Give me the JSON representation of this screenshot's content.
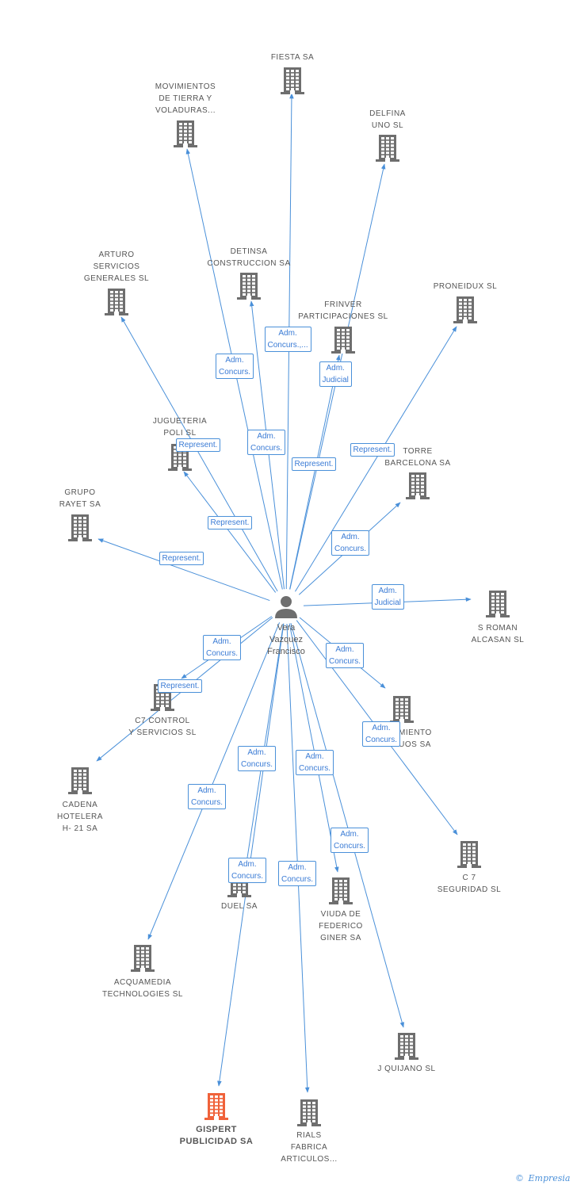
{
  "center": {
    "name_lines": [
      "Vera",
      "Vazquez",
      "Francisco"
    ]
  },
  "colors": {
    "edge": "#4a90d9",
    "icon": "#6e6e6e",
    "highlight_icon": "#f0623a"
  },
  "nodes": [
    {
      "id": "fiesta",
      "label_lines": [
        "FIESTA SA"
      ],
      "highlight": false
    },
    {
      "id": "movimientos",
      "label_lines": [
        "MOVIMIENTOS",
        "DE TIERRA Y",
        "VOLADURAS..."
      ],
      "highlight": false
    },
    {
      "id": "delfina",
      "label_lines": [
        "DELFINA",
        "UNO SL"
      ],
      "highlight": false
    },
    {
      "id": "detinsa",
      "label_lines": [
        "DETINSA",
        "CONSTRUCCION SA"
      ],
      "highlight": false
    },
    {
      "id": "arturo",
      "label_lines": [
        "ARTURO",
        "SERVICIOS",
        "GENERALES SL"
      ],
      "highlight": false
    },
    {
      "id": "proneidux",
      "label_lines": [
        "PRONEIDUX  SL"
      ],
      "highlight": false
    },
    {
      "id": "frinver",
      "label_lines": [
        "FRINVER",
        "PARTICIPACIONES SL"
      ],
      "highlight": false
    },
    {
      "id": "jugueteria",
      "label_lines": [
        "JUGUETERIA",
        "POLI SL"
      ],
      "highlight": false
    },
    {
      "id": "torre",
      "label_lines": [
        "TORRE",
        "BARCELONA SA"
      ],
      "highlight": false
    },
    {
      "id": "grupo",
      "label_lines": [
        "GRUPO",
        "RAYET SA"
      ],
      "highlight": false
    },
    {
      "id": "sroman",
      "label_lines": [
        "S ROMAN",
        "ALCASAN SL"
      ],
      "highlight": false
    },
    {
      "id": "c7control",
      "label_lines": [
        "C7 CONTROL",
        "Y SERVICIOS SL"
      ],
      "highlight": false
    },
    {
      "id": "tratamiento",
      "label_lines": [
        "TRATAMIENTO",
        "RESIDUOS SA"
      ],
      "highlight": false
    },
    {
      "id": "cadena",
      "label_lines": [
        "CADENA",
        "HOTELERA",
        "H- 21 SA"
      ],
      "highlight": false
    },
    {
      "id": "c7seg",
      "label_lines": [
        "C 7",
        "SEGURIDAD SL"
      ],
      "highlight": false
    },
    {
      "id": "duel",
      "label_lines": [
        "DUEL SA"
      ],
      "highlight": false
    },
    {
      "id": "viuda",
      "label_lines": [
        "VIUDA DE",
        "FEDERICO",
        "GINER SA"
      ],
      "highlight": false
    },
    {
      "id": "acquamedia",
      "label_lines": [
        "ACQUAMEDIA",
        "TECHNOLOGIES SL"
      ],
      "highlight": false
    },
    {
      "id": "jquijano",
      "label_lines": [
        "J QUIJANO SL"
      ],
      "highlight": false
    },
    {
      "id": "gispert",
      "label_lines": [
        "GISPERT",
        "PUBLICIDAD SA"
      ],
      "highlight": true
    },
    {
      "id": "rials",
      "label_lines": [
        "RIALS",
        "FABRICA",
        "ARTICULOS..."
      ],
      "highlight": false
    }
  ],
  "edges": [
    {
      "to": "fiesta",
      "label_lines": [
        "Adm.",
        "Concurs.,..."
      ]
    },
    {
      "to": "movimientos",
      "label_lines": [
        "Adm.",
        "Concurs."
      ]
    },
    {
      "to": "delfina",
      "label_lines": [
        "Adm.",
        "Judicial"
      ]
    },
    {
      "to": "detinsa",
      "label_lines": [
        "Adm.",
        "Concurs."
      ]
    },
    {
      "to": "arturo",
      "label_lines": [
        "Represent."
      ]
    },
    {
      "to": "proneidux",
      "label_lines": [
        "Represent."
      ]
    },
    {
      "to": "frinver",
      "label_lines": [
        "Represent."
      ]
    },
    {
      "to": "jugueteria",
      "label_lines": [
        "Represent."
      ]
    },
    {
      "to": "torre",
      "label_lines": [
        "Adm.",
        "Concurs."
      ]
    },
    {
      "to": "grupo",
      "label_lines": [
        "Represent."
      ]
    },
    {
      "to": "sroman",
      "label_lines": [
        "Adm.",
        "Judicial"
      ]
    },
    {
      "to": "c7control",
      "label_lines": [
        "Adm.",
        "Concurs."
      ]
    },
    {
      "to": "tratamiento",
      "label_lines": [
        "Adm.",
        "Concurs."
      ]
    },
    {
      "to": "cadena",
      "label_lines": [
        "Represent."
      ]
    },
    {
      "to": "c7seg",
      "label_lines": [
        "Adm.",
        "Concurs."
      ]
    },
    {
      "to": "duel",
      "label_lines": [
        "Adm.",
        "Concurs."
      ]
    },
    {
      "to": "viuda",
      "label_lines": [
        "Adm.",
        "Concurs."
      ]
    },
    {
      "to": "acquamedia",
      "label_lines": [
        "Adm.",
        "Concurs."
      ]
    },
    {
      "to": "jquijano",
      "label_lines": [
        "Adm.",
        "Concurs."
      ]
    },
    {
      "to": "gispert",
      "label_lines": [
        "Adm.",
        "Concurs."
      ]
    },
    {
      "to": "rials",
      "label_lines": [
        "Adm.",
        "Concurs."
      ]
    }
  ],
  "brand": {
    "symbol": "©",
    "name": "Empresia"
  }
}
